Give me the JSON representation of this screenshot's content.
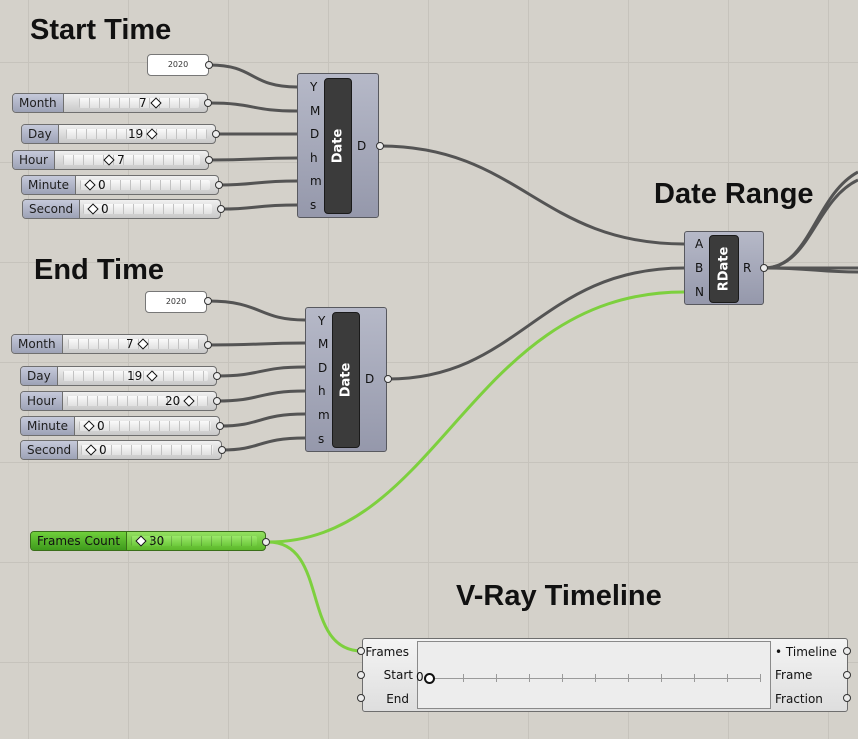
{
  "groups": {
    "start_time": {
      "title": "Start Time",
      "year_panel": "2020",
      "sliders": [
        {
          "label": "Month",
          "value": "7"
        },
        {
          "label": "Day",
          "value": "19"
        },
        {
          "label": "Hour",
          "value": "7"
        },
        {
          "label": "Minute",
          "value": "0"
        },
        {
          "label": "Second",
          "value": "0"
        }
      ],
      "node": {
        "name": "Date",
        "inputs": [
          "Y",
          "M",
          "D",
          "h",
          "m",
          "s"
        ],
        "output": "D"
      }
    },
    "end_time": {
      "title": "End Time",
      "year_panel": "2020",
      "sliders": [
        {
          "label": "Month",
          "value": "7"
        },
        {
          "label": "Day",
          "value": "19"
        },
        {
          "label": "Hour",
          "value": "20"
        },
        {
          "label": "Minute",
          "value": "0"
        },
        {
          "label": "Second",
          "value": "0"
        }
      ],
      "node": {
        "name": "Date",
        "inputs": [
          "Y",
          "M",
          "D",
          "h",
          "m",
          "s"
        ],
        "output": "D"
      }
    },
    "date_range": {
      "title": "Date Range",
      "node": {
        "name": "RDate",
        "inputs": [
          "A",
          "B",
          "N"
        ],
        "output": "R"
      }
    },
    "frames": {
      "label": "Frames Count",
      "value": "30",
      "color": "#6dc93b"
    },
    "vray": {
      "title": "V-Ray Timeline",
      "inputs": [
        "Frames",
        "Start",
        "End"
      ],
      "start_readout": "0",
      "outputs": [
        "• Timeline",
        "Frame",
        "Fraction"
      ]
    }
  },
  "colors": {
    "canvas": "#d4d1ca",
    "wire": "#545454",
    "wire_green": "#7dd03e"
  }
}
